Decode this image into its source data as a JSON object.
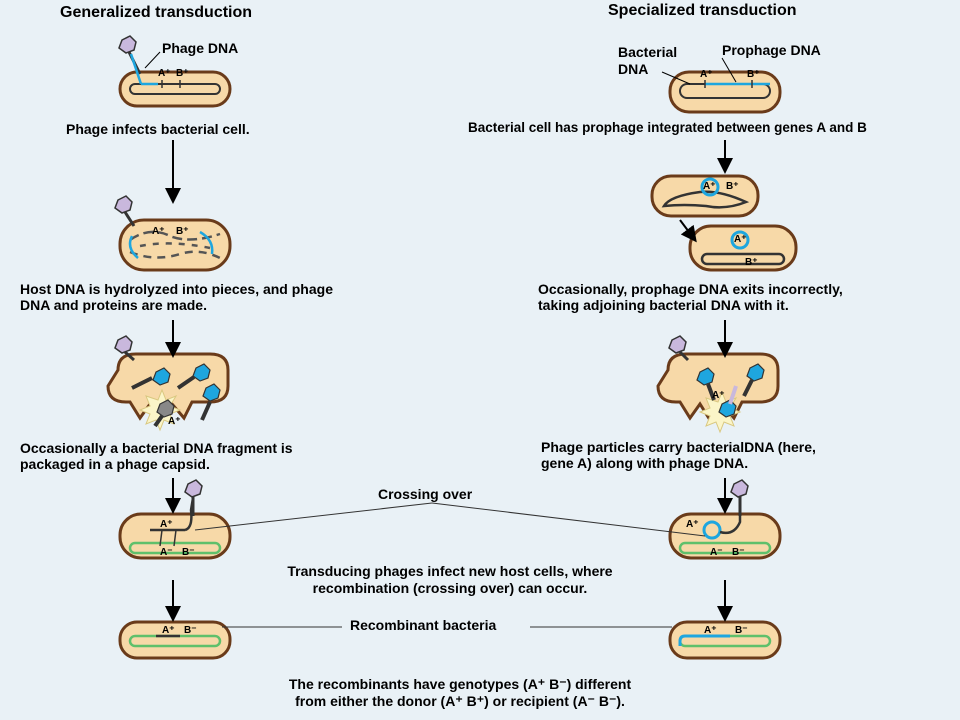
{
  "colors": {
    "background": "#e9f1f6",
    "cell_fill": "#f7d9a8",
    "cell_outline": "#6a3b1a",
    "phage_dna": "#1ea6df",
    "recipient_dna": "#5fc06b",
    "phage_head": "#c9b8dd"
  },
  "headings": {
    "generalized": "Generalized transduction",
    "specialized": "Specialized transduction"
  },
  "generalized": {
    "label_phage_dna": "Phage DNA",
    "step1": "Phage infects bacterial cell.",
    "step2_line1": "Host DNA is hydrolyzed into pieces, and phage",
    "step2_line2": "DNA and proteins are made.",
    "step3_line1": "Occasionally a bacterial DNA fragment is",
    "step3_line2": "packaged in a phage capsid."
  },
  "specialized": {
    "label_bacterial_dna_1": "Bacterial",
    "label_bacterial_dna_2": "DNA",
    "label_prophage_dna": "Prophage DNA",
    "step1": "Bacterial cell has prophage integrated between genes A and B",
    "step2_line1": "Occasionally, prophage DNA exits incorrectly,",
    "step2_line2": "taking adjoining bacterial DNA with it.",
    "step3_line1": "Phage particles carry bacterialDNA (here,",
    "step3_line2": "gene A) along with phage DNA."
  },
  "shared": {
    "crossing_over": "Crossing over",
    "infect_line1": "Transducing phages infect new host cells, where",
    "infect_line2": "recombination (crossing over) can occur.",
    "recombinant": "Recombinant bacteria",
    "final_line1": "The recombinants have genotypes (A⁺ B⁻) different",
    "final_line2": "from either the donor (A⁺ B⁺) or recipient (A⁻ B⁻)."
  },
  "gene_labels": {
    "a_plus": "A⁺",
    "b_plus": "B⁺",
    "a_minus": "A⁻",
    "b_minus": "B⁻"
  }
}
